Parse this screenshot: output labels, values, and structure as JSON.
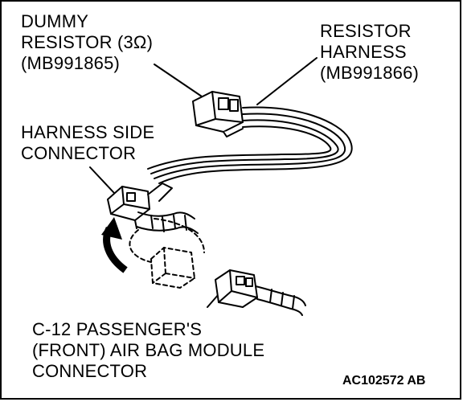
{
  "labels": {
    "dummy_resistor": [
      "DUMMY",
      "RESISTOR (3Ω)",
      "(MB991865)"
    ],
    "resistor_harness": [
      "RESISTOR",
      "HARNESS",
      "(MB991866)"
    ],
    "harness_side_connector": [
      "HARNESS SIDE",
      "CONNECTOR"
    ],
    "module_connector": [
      "C-12 PASSENGER'S",
      "(FRONT) AIR BAG MODULE",
      "CONNECTOR"
    ]
  },
  "figure_id": "AC102572 AB",
  "colors": {
    "ink": "#000000",
    "paper": "#ffffff"
  }
}
